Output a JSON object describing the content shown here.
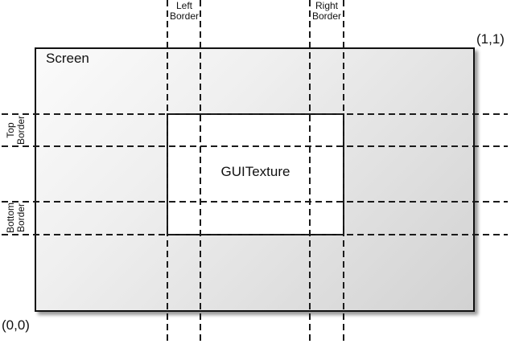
{
  "diagram": {
    "screen_label": "Screen",
    "texture_label": "GUITexture",
    "coords": {
      "origin": "(0,0)",
      "top_right": "(1,1)"
    },
    "borders": {
      "left": {
        "line1": "Left",
        "line2": "Border"
      },
      "right": {
        "line1": "Right",
        "line2": "Border"
      },
      "top": {
        "line1": "Top",
        "line2": "Border"
      },
      "bottom": {
        "line1": "Bottom",
        "line2": "Border"
      }
    },
    "colors": {
      "line": "#1a1a1a",
      "screen_border": "#111111",
      "screen_gradient_start": "#fbfbfb",
      "screen_gradient_end": "#d2d2d2",
      "texture_fill": "#ffffff",
      "page_background": "#ffffff"
    }
  }
}
